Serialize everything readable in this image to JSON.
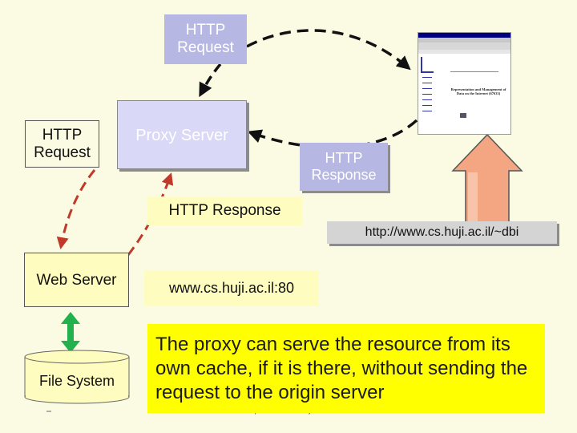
{
  "labels": {
    "http_request_top": "HTTP Request",
    "http_request_left": "HTTP Request",
    "proxy_server": "Proxy Server",
    "http_response_right": "HTTP Response",
    "http_response_mid": "HTTP Response",
    "url": "http://www.cs.huji.ac.il/~dbi",
    "web_server": "Web Server",
    "host": "www.cs.huji.ac.il:80",
    "file_system": "File System",
    "note": "The proxy can serve the resource from its own cache, if it is there, without sending the request to the origin server",
    "footer": "http://www.cs.huji.ac.il/~dbi"
  },
  "browser": {
    "page_title": "Representation and Management of Data on the Internet (67633)"
  },
  "colors": {
    "background": "#fbfbe3",
    "label_blue": "#b7b7e4",
    "proxy_fill": "#d9d9f7",
    "yellow_box": "#fffcbf",
    "note_fill": "#ffff00",
    "dashed_black": "#111111",
    "dashed_red": "#c0392b",
    "double_arrow_green": "#22b14c",
    "up_arrow_fill": "#f4a582"
  }
}
